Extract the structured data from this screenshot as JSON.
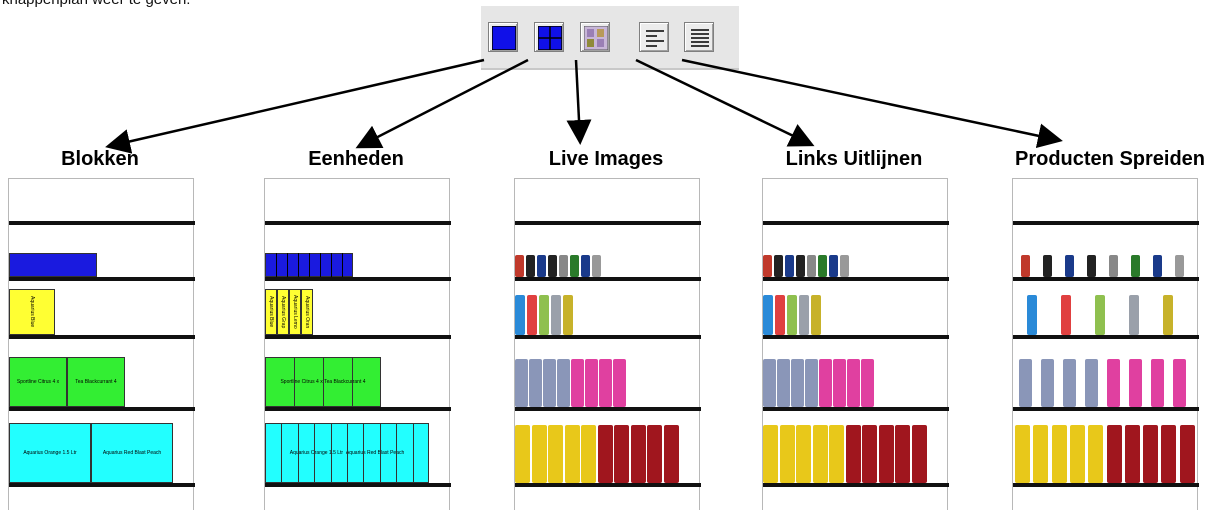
{
  "intro_text": "knappenplan weer te geven:",
  "toolbar": {
    "buttons": [
      {
        "id": "blocks",
        "icon": "blocks-icon"
      },
      {
        "id": "units",
        "icon": "units-icon"
      },
      {
        "id": "live-images",
        "icon": "live-images-icon"
      },
      {
        "id": "align-left",
        "icon": "align-left-icon"
      },
      {
        "id": "spread",
        "icon": "spread-icon"
      }
    ]
  },
  "views": [
    {
      "id": "blokken",
      "title": "Blokken"
    },
    {
      "id": "eenheden",
      "title": "Eenheden"
    },
    {
      "id": "live-images",
      "title": "Live Images"
    },
    {
      "id": "links-uitlijnen",
      "title": "Links Uitlijnen"
    },
    {
      "id": "producten-spreiden",
      "title": "Producten Spreiden"
    }
  ],
  "products": {
    "aquarius_blue": "Aquarius Blue",
    "aquarius_lemon": "Aquarius Lemo",
    "aquarius_orange_small": "Aquarius Oran",
    "aquarius_grape": "Aquarius Grap",
    "sportline_citrus": "Sportline Citrus 4 x",
    "tea_blackcurrant": "Tea Blackcurrant 4",
    "aquarius_orange_15": "Aquarius Orange 1.5 Ltr",
    "aquarius_red_blast": "Aquarius Red Blast Peach"
  },
  "colors": {
    "energy_blocks": "#1a1adf",
    "small_bottle_blocks": "#ffff33",
    "pack_blocks": "#33ee33",
    "large_bottle_blocks": "#22ffff",
    "shelf": "#111111"
  }
}
